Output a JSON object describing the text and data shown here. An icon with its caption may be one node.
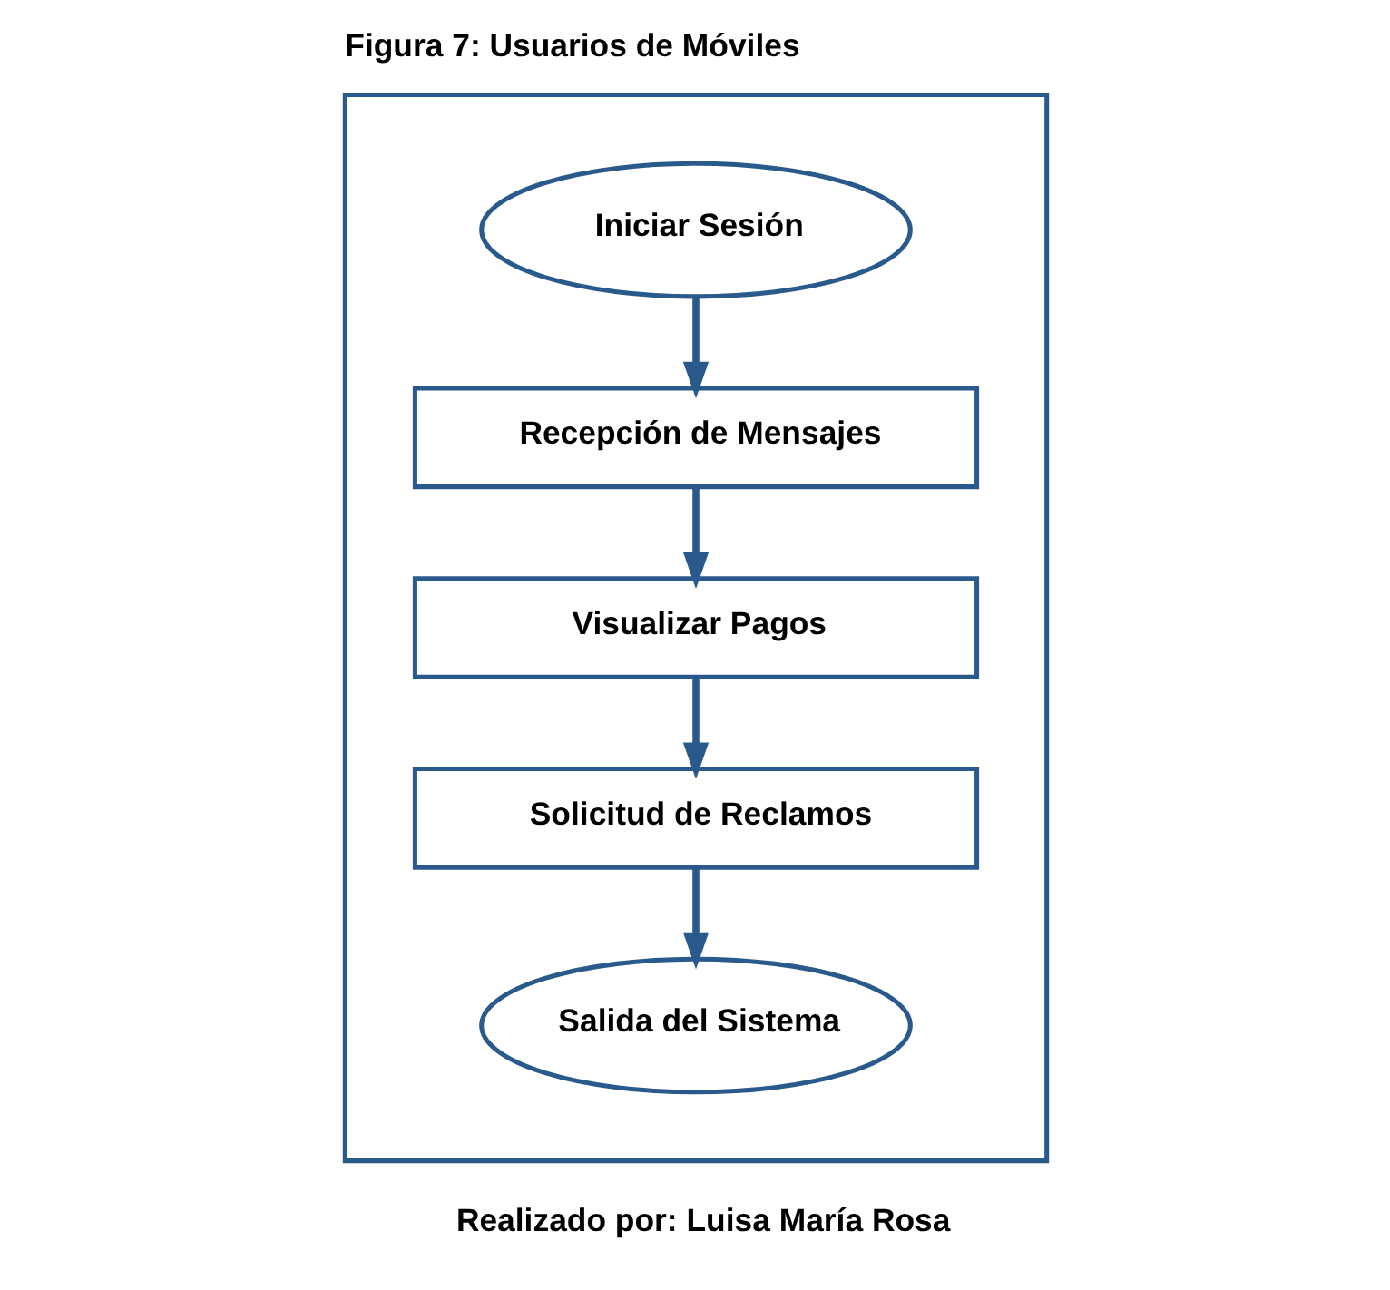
{
  "diagram": {
    "title": "Figura 7: Usuarios de Móviles",
    "caption": "Realizado por: Luisa María Rosa",
    "nodes": [
      {
        "text": [],
        "shape": "box"
      },
      {
        "text": [
          "Iniciar Sesión"
        ],
        "in": 0
      },
      {
        "text": [
          "Recepción de Mensajes"
        ],
        "in": 0
      },
      {
        "text": [
          "Visualizar Pagos"
        ],
        "in": 0
      },
      {
        "text": [
          "Solicitud de Reclamos"
        ],
        "in": 0
      },
      {
        "text": [
          "Salida del Sistema"
        ],
        "in": 0
      }
    ],
    "edges": [
      {
        "from": 1,
        "to": 2,
        "arrow": "to"
      },
      {
        "from": 2,
        "to": 3,
        "arrow": "to"
      },
      {
        "from": 3,
        "to": 4,
        "arrow": "to"
      },
      {
        "from": 4,
        "to": 5,
        "arrow": "to"
      }
    ]
  }
}
